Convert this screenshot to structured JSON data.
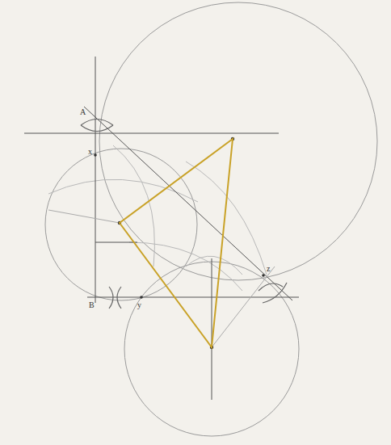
{
  "diagram": {
    "labels": [
      "A",
      "x",
      "B",
      "y",
      "z"
    ]
  }
}
